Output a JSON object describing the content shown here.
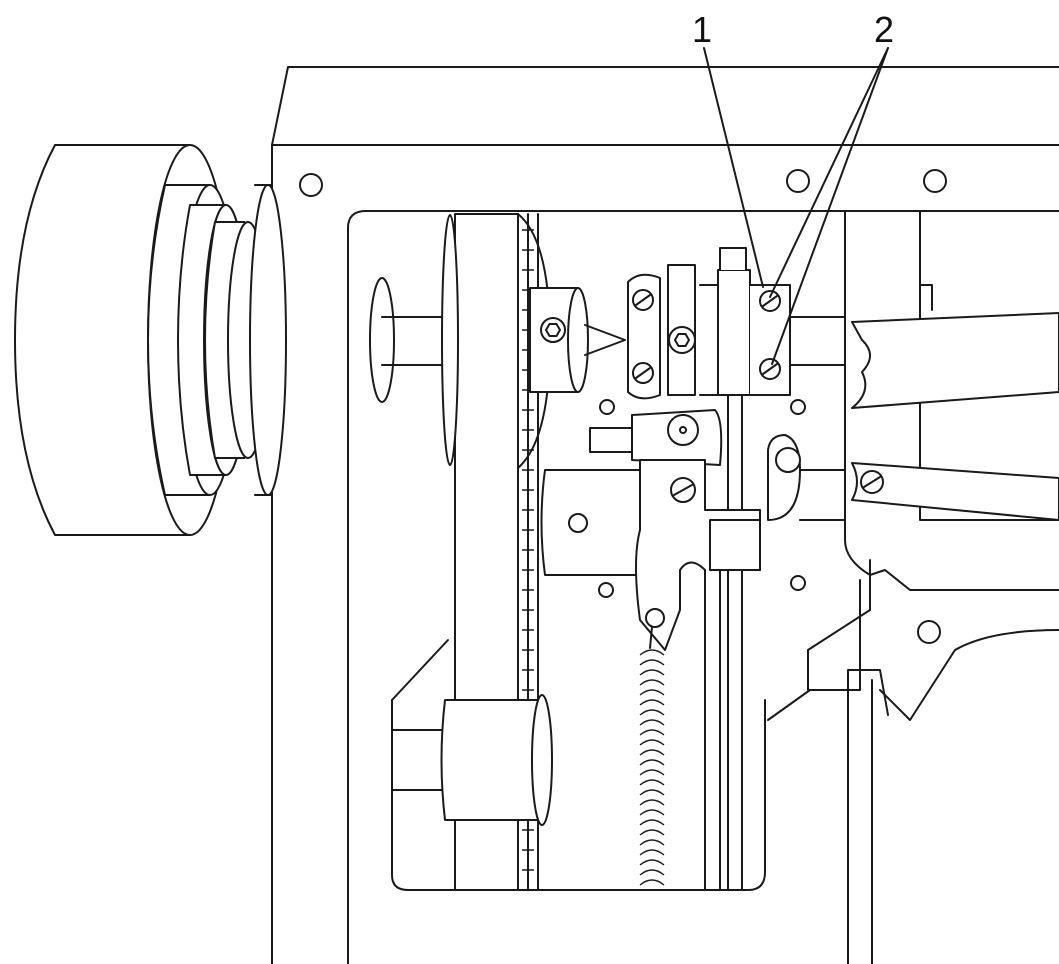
{
  "callouts": [
    {
      "id": "1",
      "label": "1"
    },
    {
      "id": "2",
      "label": "2"
    }
  ],
  "colors": {
    "line": "#1a1a1a",
    "background": "#ffffff"
  }
}
